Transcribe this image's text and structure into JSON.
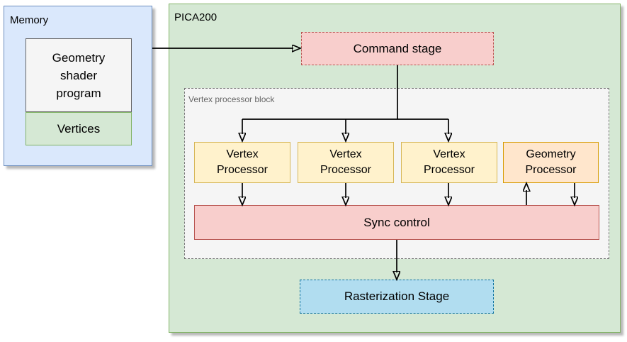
{
  "memory": {
    "label": "Memory",
    "geometry_shader_program": "Geometry shader program",
    "vertices": "Vertices"
  },
  "pica200": {
    "label": "PICA200",
    "command_stage": "Command stage",
    "vertex_processor_block": {
      "label": "Vertex processor block",
      "processors": [
        {
          "label": "Vertex Processor"
        },
        {
          "label": "Vertex Processor"
        },
        {
          "label": "Vertex Processor"
        },
        {
          "label": "Geometry Processor"
        }
      ],
      "sync_control": "Sync control"
    },
    "rasterization_stage": "Rasterization Stage"
  },
  "connections": [
    {
      "from": "Memory",
      "to": "Command stage"
    },
    {
      "from": "Command stage",
      "to": "Vertex Processor 1"
    },
    {
      "from": "Command stage",
      "to": "Vertex Processor 2"
    },
    {
      "from": "Command stage",
      "to": "Vertex Processor 3"
    },
    {
      "from": "Vertex Processor 1",
      "to": "Sync control"
    },
    {
      "from": "Vertex Processor 2",
      "to": "Sync control"
    },
    {
      "from": "Vertex Processor 3",
      "to": "Sync control"
    },
    {
      "from": "Sync control",
      "to": "Geometry Processor"
    },
    {
      "from": "Geometry Processor",
      "to": "Sync control"
    },
    {
      "from": "Sync control",
      "to": "Rasterization Stage"
    }
  ],
  "colors": {
    "blue-group-fill": "#dae8fc",
    "blue-group-border": "#6c8ebf",
    "green-fill": "#d5e8d4",
    "green-border": "#82b366",
    "gray-fill": "#f5f5f5",
    "gray-border": "#666666",
    "red-fill": "#f8cecc",
    "red-border": "#b85450",
    "yellow-fill": "#fff2cc",
    "yellow-border": "#d6b656",
    "orange-fill": "#ffe6cc",
    "orange-border": "#d79b00",
    "lightblue-fill": "#b1ddf0",
    "lightblue-border": "#10739e",
    "arrow-color": "#000000",
    "label-gray": "#666666"
  }
}
